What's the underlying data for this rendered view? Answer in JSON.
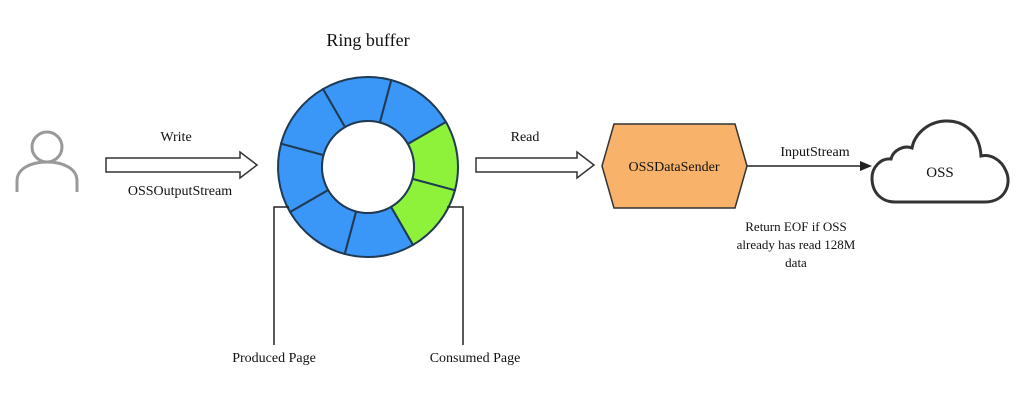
{
  "title": "Ring buffer",
  "write_label": "Write",
  "writer_label": "OSSOutputStream",
  "read_label": "Read",
  "sender_label": "OSSDataSender",
  "stream_label": "InputStream",
  "cloud_label": "OSS",
  "eof_note": [
    "Return EOF if OSS",
    "already has read 128M",
    "data"
  ],
  "produced_label": "Produced Page",
  "consumed_label": "Consumed Page",
  "ring": {
    "segments": 8,
    "produced_color": "#3a97f7",
    "consumed_color": "#8ef23a"
  },
  "colors": {
    "user_icon": "#999999",
    "sender_fill": "#f8b26a",
    "line": "#222222"
  }
}
